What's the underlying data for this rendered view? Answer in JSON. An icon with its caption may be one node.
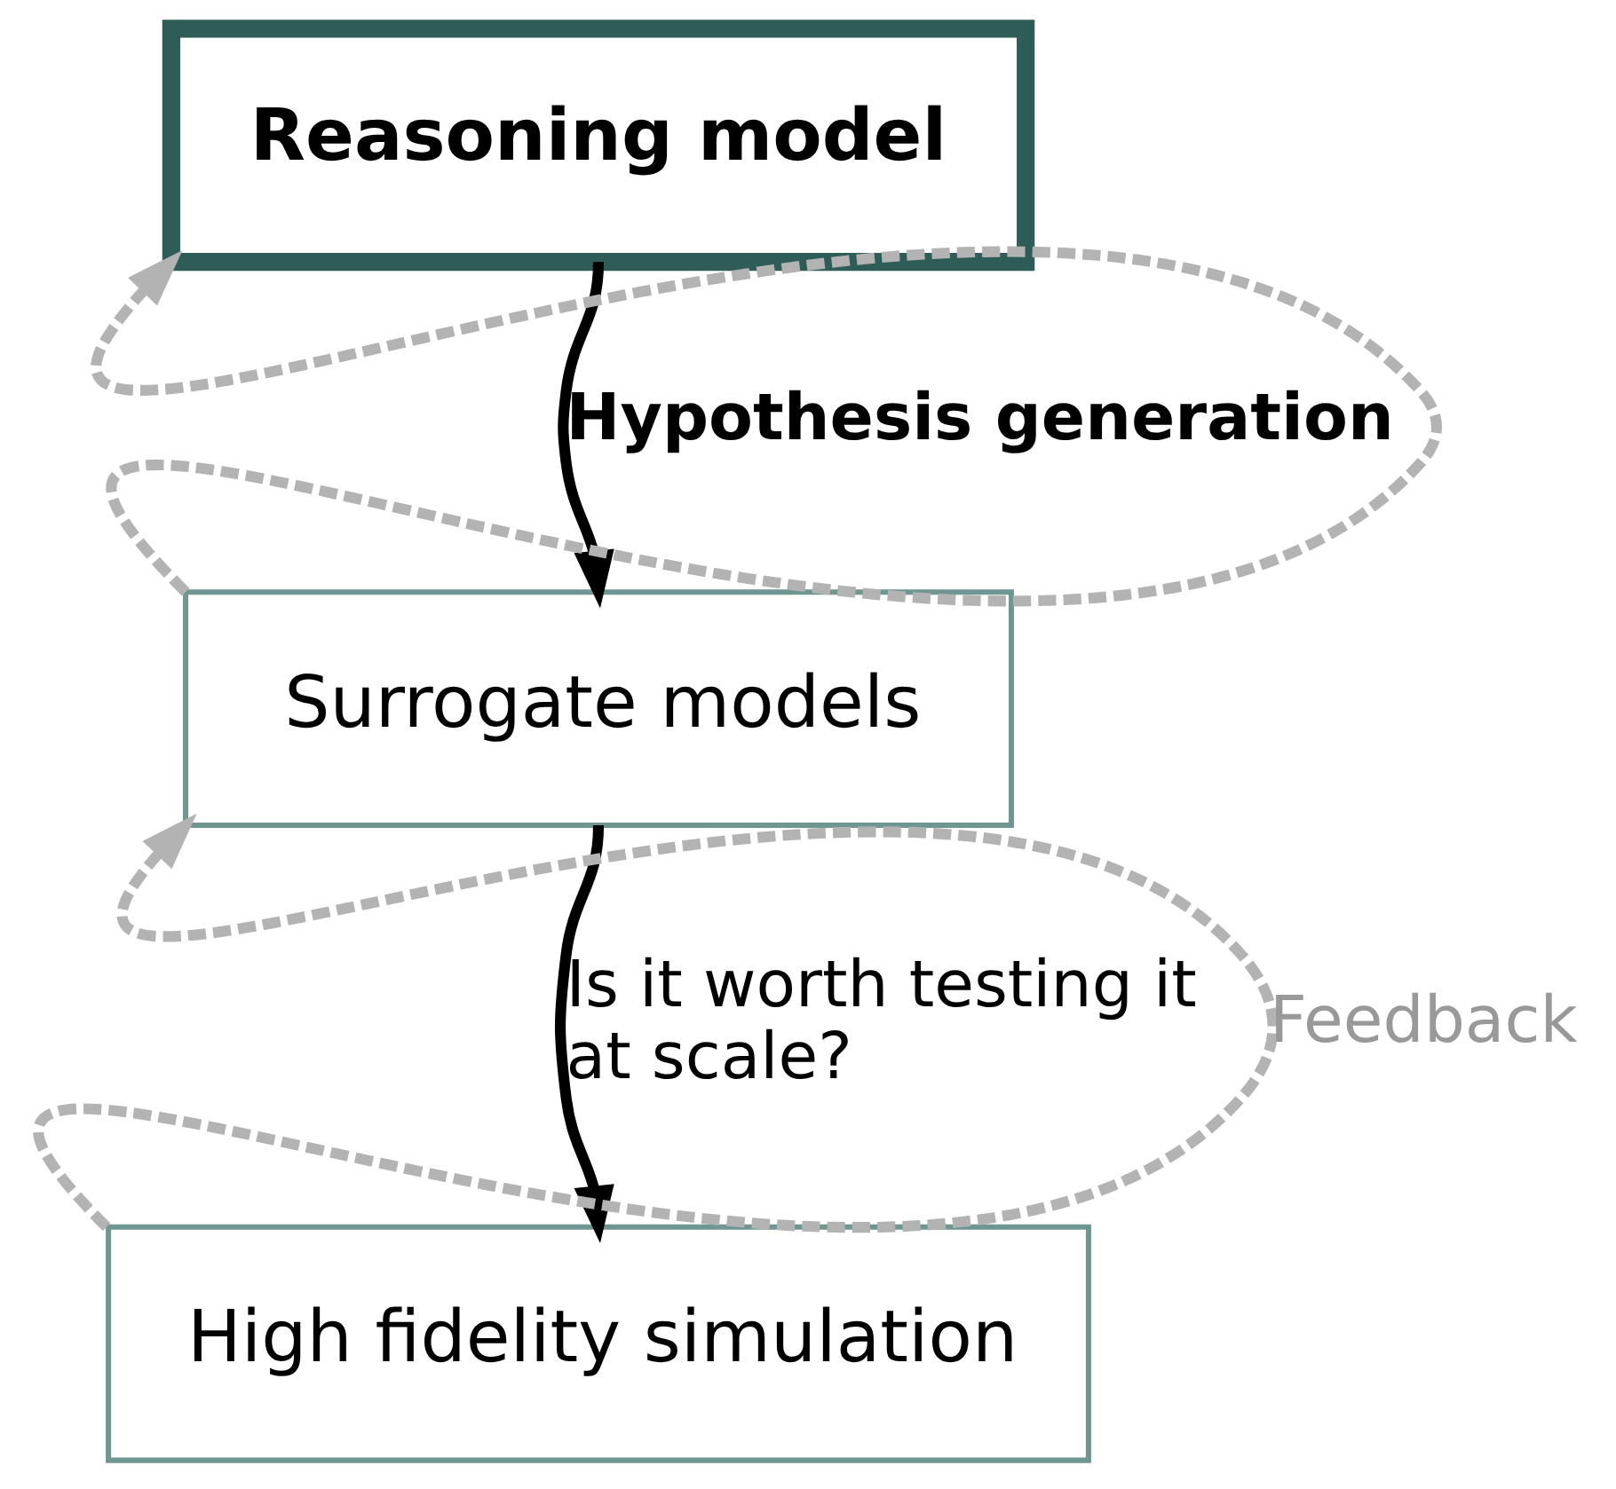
{
  "diagram": {
    "nodes": [
      {
        "text": [
          "Reasoning model"
        ]
      },
      {
        "text": [
          "Surrogate models"
        ]
      },
      {
        "text": [
          "High fidelity simulation"
        ]
      }
    ],
    "edges": [
      {
        "from": 1,
        "to": 0,
        "arrow": "to",
        "style": "dashed",
        "color": "#b3b3b3"
      },
      {
        "from": 0,
        "to": 1,
        "arrow": "to",
        "label": "Hypothesis generation",
        "color": "#000000"
      },
      {
        "from": 2,
        "to": 1,
        "arrow": "to",
        "style": "dashed",
        "color": "#b3b3b3",
        "label": "Feedback"
      },
      {
        "from": 1,
        "to": 2,
        "arrow": "to",
        "label": "Is it worth testing it at scale?",
        "color": "#000000"
      }
    ]
  }
}
